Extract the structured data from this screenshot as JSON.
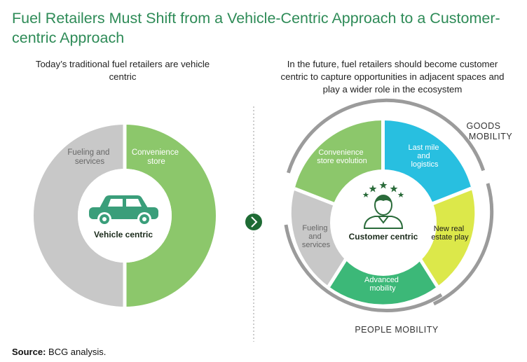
{
  "title": "Fuel Retailers Must Shift from a Vehicle-Centric Approach to a Customer-centric Approach",
  "left": {
    "subtitle": "Today’s traditional fuel retailers are vehicle centric",
    "segments": {
      "fueling": [
        "Fueling and",
        "services"
      ],
      "convenience": [
        "Convenience",
        "store"
      ]
    },
    "center_label": "Vehicle centric"
  },
  "right": {
    "subtitle": "In the future, fuel retailers should become customer centric to capture opportunities in adjacent spaces and play a wider role in the ecosystem",
    "segments": {
      "convenience": [
        "Convenience",
        "store evolution"
      ],
      "last_mile": [
        "Last mile",
        "and",
        "logistics"
      ],
      "real_estate": [
        "New real",
        "estate play"
      ],
      "advanced_mobility": [
        "Advanced",
        "mobility"
      ],
      "fueling": [
        "Fueling",
        "and",
        "services"
      ]
    },
    "center_label": "Customer centric",
    "outer_labels": {
      "goods_mobility": [
        "GOODS",
        "MOBILITY"
      ],
      "people_mobility": "PEOPLE MOBILITY"
    }
  },
  "source": {
    "label": "Source:",
    "text": " BCG analysis."
  },
  "colors": {
    "title": "#2e8b57",
    "gray": "#c8c8c8",
    "light_green": "#8cc76b",
    "cyan": "#28bfe0",
    "yellow": "#dce84a",
    "teal_green": "#3cb878",
    "dark_green": "#2a6b3a",
    "car": "#3a9e7a",
    "outer_ring": "#9b9b9b"
  }
}
